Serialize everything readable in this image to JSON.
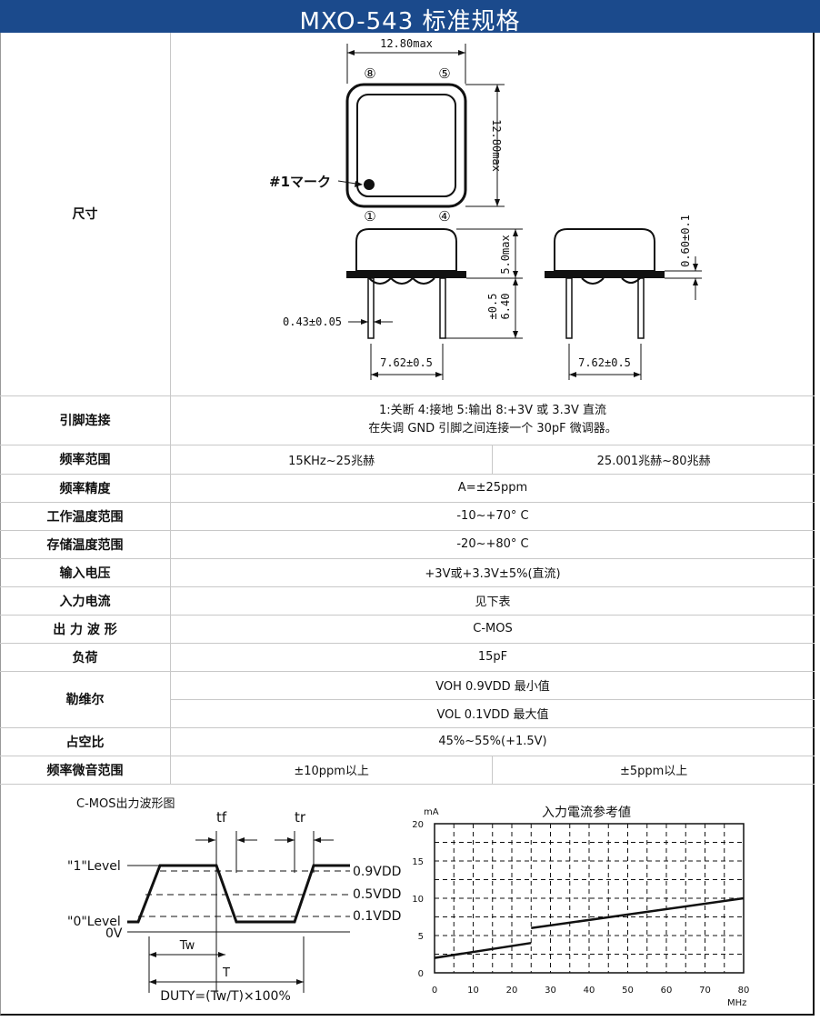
{
  "header": {
    "title": "MXO-543 标准规格"
  },
  "dimensions": {
    "label": "尺寸",
    "width_label": "12.80max",
    "height_label": "12.80max",
    "pin_8": "⑧",
    "pin_5": "⑤",
    "pin_1": "①",
    "pin_4": "④",
    "mark_label": "#1マーク",
    "body_height": "5.0max",
    "lead_length_a": "±0.5",
    "lead_length_b": "6.40",
    "lead_dia": "0.43±0.05",
    "pitch_front": "7.62±0.5",
    "pitch_side": "7.62±0.5",
    "lead_thickness": "0.60±0.1"
  },
  "rows": [
    {
      "label": "引脚连接",
      "lines": [
        "1:关断 4:接地 5:输出 8:+3V 或 3.3V 直流",
        "在失调 GND 引脚之间连接一个 30pF 微调器。"
      ]
    },
    {
      "label": "频率范围",
      "left": "15KHz~25兆赫",
      "right": "25.001兆赫~80兆赫"
    },
    {
      "label": "频率精度",
      "value": "A=±25ppm"
    },
    {
      "label": "工作温度范围",
      "value": "-10~+70° C"
    },
    {
      "label": "存储温度范围",
      "value": "-20~+80° C"
    },
    {
      "label": "输入电压",
      "value": "+3V或+3.3V±5%(直流)"
    },
    {
      "label": "入力电流",
      "value": "见下表"
    },
    {
      "label": "出 力 波 形",
      "value": "C-MOS"
    },
    {
      "label": "负荷",
      "value": "15pF"
    },
    {
      "label": "勒维尔",
      "v1": "VOH 0.9VDD 最小值",
      "v2": "VOL 0.1VDD 最大值"
    },
    {
      "label": "占空比",
      "value": "45%~55%(+1.5V)"
    },
    {
      "label": "频率微音范围",
      "left": "±10ppm以上",
      "right": "±5ppm以上"
    }
  ],
  "waveform": {
    "title": "C-MOS出力波形图",
    "tf": "tf",
    "tr": "tr",
    "level1": "\"1\"Level",
    "level0": "\"0\"Level",
    "zero_v": "0V",
    "v09": "0.9VDD",
    "v05": "0.5VDD",
    "v01": "0.1VDD",
    "tw": "Tw",
    "t": "T",
    "duty": "DUTY=(Tw/T)×100%"
  },
  "chart_data": {
    "type": "line",
    "title": "入力電流参考値",
    "ylabel": "mA",
    "xlabel": "MHz",
    "xlim": [
      0,
      80
    ],
    "ylim": [
      0,
      20
    ],
    "xticks": [
      "0",
      "10",
      "20",
      "30",
      "40",
      "50",
      "60",
      "70",
      "80"
    ],
    "yticks": [
      "0",
      "5",
      "10",
      "15",
      "20"
    ],
    "grid": true,
    "series": [
      {
        "values_x": [
          0,
          25
        ],
        "values_y": [
          2,
          4
        ]
      },
      {
        "values_x": [
          25,
          80
        ],
        "values_y": [
          6,
          10
        ]
      }
    ]
  }
}
